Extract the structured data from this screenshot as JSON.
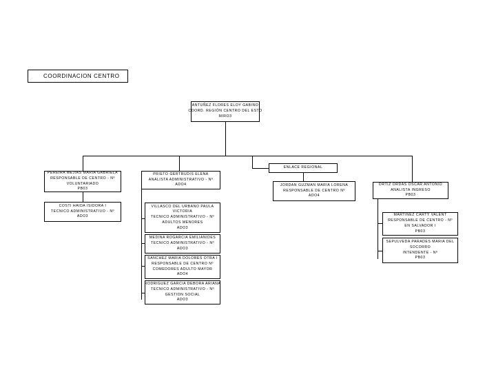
{
  "title": "COORDINACION CENTRO",
  "nodes": {
    "head": [
      "ANTUÑEZ FLORES ELOY GABINO",
      "COORD. REGIÓN CENTRO DEL ESTO",
      "MIRO3"
    ],
    "enlace": [
      "ENLACE REGIONAL"
    ],
    "l1": [
      "PEREIRA MEJIAS MARIA GABRIELA",
      "RESPONSABLE DE CENTRO - Nº",
      "VOLUNTARIADO",
      "PB03"
    ],
    "l2": [
      "COSTI HAIDA ISIDORA I",
      "TECNICO ADMINISTRATIVO - Nº",
      "ADO3"
    ],
    "m1": [
      "PRIETO GERTRUDIS ELENA",
      "ANALISTA ADMINISTRATIVO - Nº",
      "ADO4"
    ],
    "m2": [
      "VILLASCO DEL URBANO PAULA",
      "VICTORIA",
      "TECNICO ADMINISTRATIVO - Nº",
      "ADULTOS MENORES",
      "ADO3"
    ],
    "m3": [
      "MEDINA ROGARCIA EMILIANIDES",
      "TECNICO ADMINISTRATIVO - Nº",
      "ADO3"
    ],
    "m4": [
      "SANCHEZ MARIA DOLORES OTRA I",
      "RESPONSABLE DE CENTRO Nº",
      "COMEDORES ADULTO MAYOR",
      "ADO4"
    ],
    "m5": [
      "RODRIGUEZ GARCIA DEBORA ARIANA",
      "TECNICO ADMINISTRATIVO - Nº",
      "GESTION SOCIAL",
      "ADO3"
    ],
    "c1": [
      "JORDAN GUZMAN MARIA LORENA",
      "RESPONSABLE DE CENTRO Nº",
      "ADO4"
    ],
    "r1": [
      "ORTIZ ORDAS OSCAR ANTONIO",
      "ANALISTA INGRESO",
      "PB03"
    ],
    "r2": [
      "MARTINEZ CARTY VALENT",
      "RESPONSABLE DE CENTRO - Nº",
      "EN SALVADOR I",
      "PB03"
    ],
    "r3": [
      "SEPULVEDA PARADES MARIA DEL",
      "SOCORRO",
      "INTENDENTE - Nº",
      "PB03"
    ]
  }
}
